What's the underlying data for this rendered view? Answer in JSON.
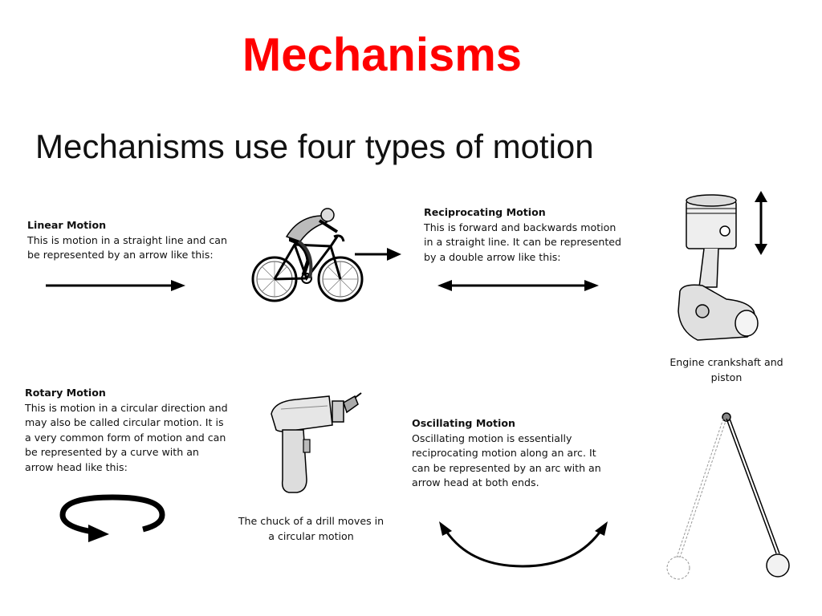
{
  "slide": {
    "title": "Mechanisms",
    "subtitle": "Mechanisms use four types of motion"
  },
  "linear": {
    "heading": "Linear Motion",
    "text": "This is motion in a straight line and can\nbe represented by an arrow like this:"
  },
  "reciprocating": {
    "heading": "Reciprocating Motion",
    "text": "This is forward and backwards motion\nin a straight line. It can be represented\nby a double arrow like this:",
    "image_caption": "Engine crankshaft and\npiston"
  },
  "rotary": {
    "heading": "Rotary Motion",
    "text": "This is motion in a circular direction and\nmay also be called circular motion. It is\na very common form of motion and can\nbe represented by a curve with an\narrow head like this:",
    "image_caption": "The chuck of a drill moves in\na circular motion"
  },
  "oscillating": {
    "heading": "Oscillating Motion",
    "text": "Oscillating motion is essentially\nreciprocating motion along an arc. It\ncan be represented by an arc with an\narrow head at both ends."
  },
  "colors": {
    "title": "#ff0000",
    "text": "#111111"
  },
  "icons": [
    "cyclist-image",
    "piston-image",
    "drill-image",
    "pendulum-image"
  ]
}
